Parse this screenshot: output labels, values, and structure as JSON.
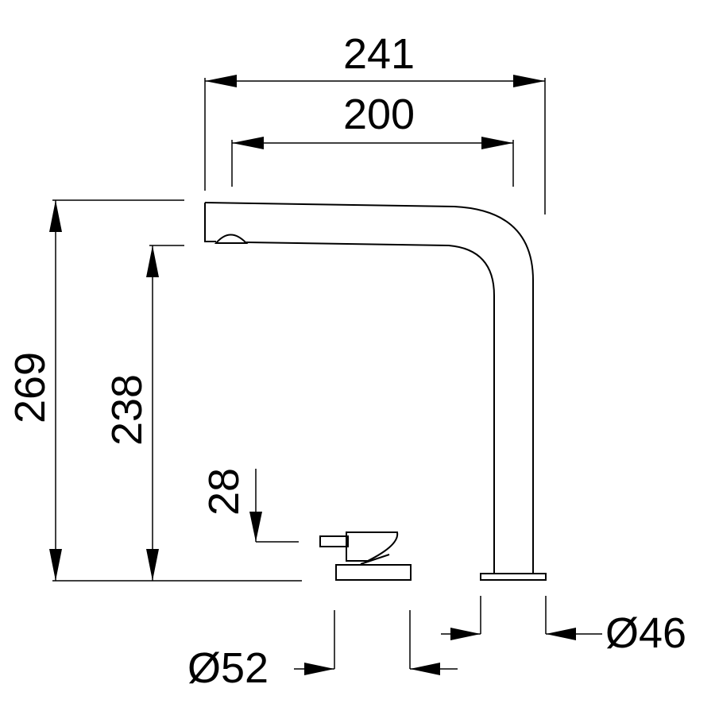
{
  "dimensions": {
    "overall_width": "241",
    "spout_reach": "200",
    "overall_height": "269",
    "spout_height": "238",
    "lever_height": "28",
    "lever_base_diameter": "Ø52",
    "spout_base_diameter": "Ø46"
  }
}
